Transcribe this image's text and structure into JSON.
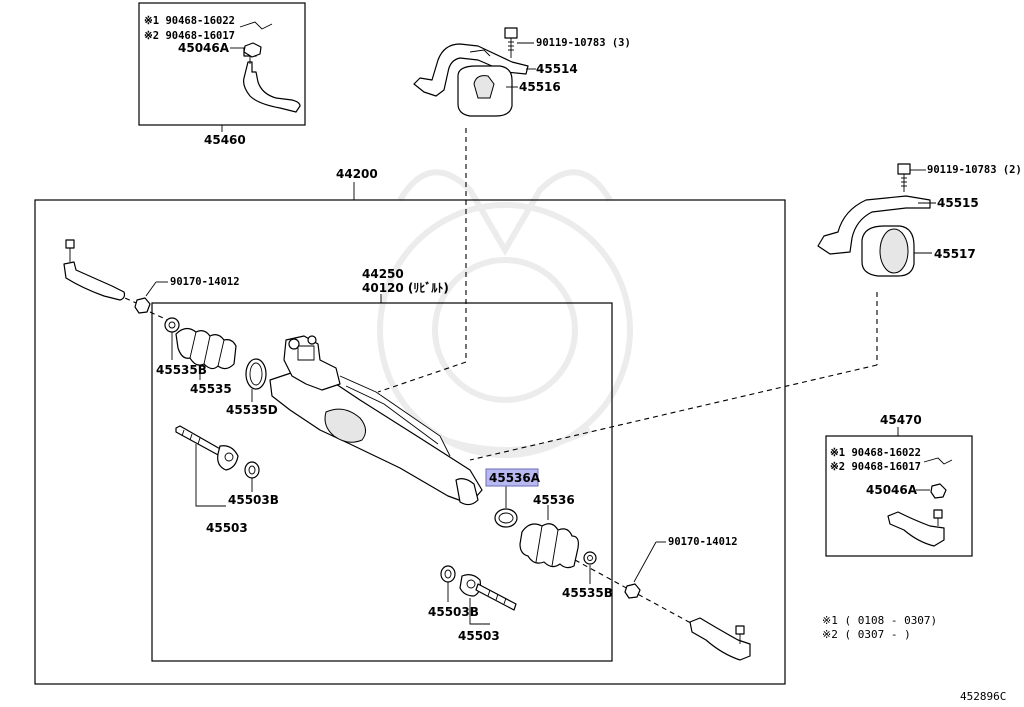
{
  "diagram": {
    "title_part": "44200",
    "subassembly": {
      "line1": "44250",
      "line2": "40120 (ﾘﾋﾞﾙﾄ)"
    },
    "tie_rod_end_left": {
      "part": "45460",
      "variant1": "※1 90468-16022",
      "variant2": "※2 90468-16017",
      "nut": "45046A"
    },
    "tie_rod_end_right": {
      "part": "45470",
      "variant1": "※1 90468-16022",
      "variant2": "※2 90468-16017",
      "nut": "45046A"
    },
    "bracket_left": {
      "bolt": "90119-10783 (3)",
      "bracket": "45514",
      "bushing": "45516"
    },
    "bracket_right": {
      "bolt": "90119-10783 (2)",
      "bracket": "45515",
      "bushing": "45517"
    },
    "nut_left": "90170-14012",
    "nut_right": "90170-14012",
    "boot_left": {
      "clamp": "45535B",
      "boot": "45535",
      "clamp_d": "45535D"
    },
    "boot_right": {
      "clamp_a": "45536A",
      "boot": "45536",
      "clamp": "45535B"
    },
    "rack_end_left": {
      "part": "45503",
      "washer": "45503B"
    },
    "rack_end_right": {
      "part": "45503",
      "washer": "45503B"
    },
    "notes": {
      "note1": "※1 ( 0108 - 0307)",
      "note2": "※2 ( 0307 -        )"
    },
    "figure_code": "452896C"
  }
}
